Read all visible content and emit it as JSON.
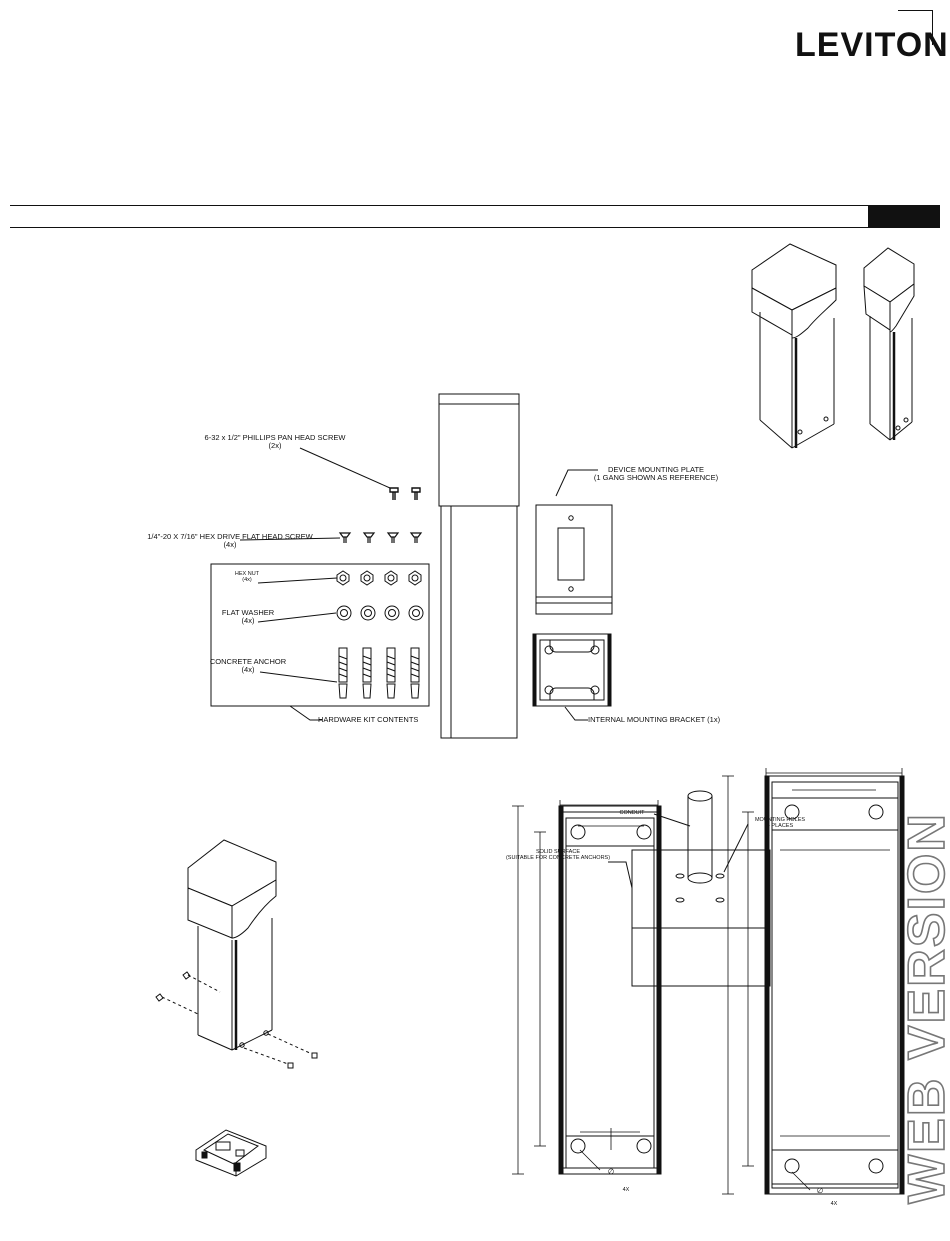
{
  "brand": {
    "name": "LEVITON",
    "reg_mark": "®"
  },
  "watermark": "WEB VERSION",
  "labels": {
    "pan_head_screw": "6-32 x 1/2\" PHILLIPS PAN HEAD SCREW\n(2x)",
    "hex_drive_screw": "1/4\"-20 X 7/16\" HEX DRIVE FLAT HEAD SCREW\n(4x)",
    "hex_nut": "HEX NUT\n(4x)",
    "flat_washer": "FLAT WASHER\n(4x)",
    "concrete_anchor": "CONCRETE ANCHOR\n(4x)",
    "hardware_kit": "HARDWARE KIT CONTENTS",
    "device_mounting_plate": "DEVICE MOUNTING PLATE\n(1 GANG SHOWN AS REFERENCE)",
    "internal_bracket": "INTERNAL MOUNTING BRACKET (1x)",
    "conduit": "CONDUIT",
    "mounting_holes": "MOUNTING HOLES\n4 PLACES",
    "solid_surface": "SOLID SURFACE\n(SUITABLE FOR CONCRETE ANCHORS)",
    "dia_left": "∅",
    "qty_left": "4X",
    "dia_right": "∅",
    "qty_right": "4X"
  }
}
